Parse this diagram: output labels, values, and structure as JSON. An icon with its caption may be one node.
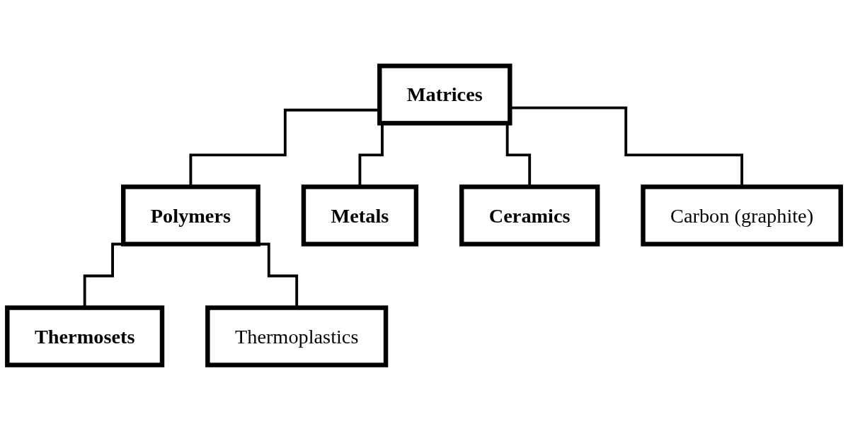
{
  "diagram": {
    "nodes": [
      {
        "text": [
          "Matrices"
        ]
      },
      {
        "text": [
          "Polymers"
        ]
      },
      {
        "text": [
          "Metals"
        ]
      },
      {
        "text": [
          "Ceramics"
        ]
      },
      {
        "text": [
          "Carbon (graphite)"
        ]
      },
      {
        "text": [
          "Thermosets"
        ]
      },
      {
        "text": [
          "Thermoplastics"
        ]
      }
    ],
    "edges": [
      {
        "from": 0,
        "to": 1,
        "arrow": "none"
      },
      {
        "from": 0,
        "to": 2,
        "arrow": "none"
      },
      {
        "from": 0,
        "to": 3,
        "arrow": "none"
      },
      {
        "from": 0,
        "to": 4,
        "arrow": "none"
      },
      {
        "from": 1,
        "to": 5,
        "arrow": "none"
      },
      {
        "from": 1,
        "to": 6,
        "arrow": "none"
      }
    ]
  }
}
